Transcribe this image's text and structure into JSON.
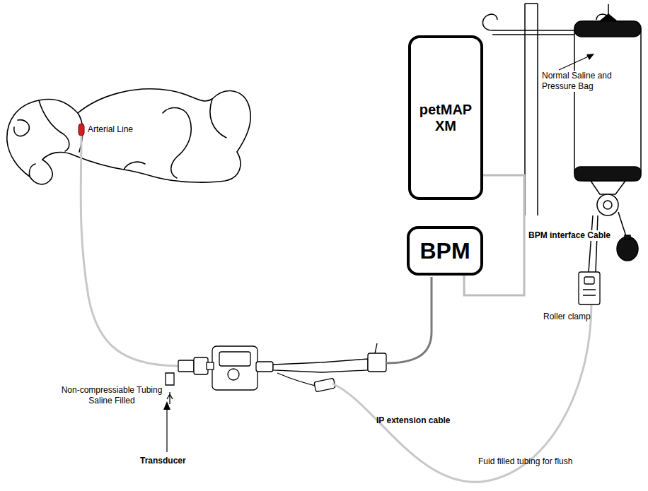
{
  "diagram": {
    "nodes": [
      {
        "text": [
          "petMAP XM"
        ]
      },
      {
        "text": [
          "BPM"
        ]
      }
    ],
    "edges": [
      {
        "from": 0,
        "to": 1,
        "arrow": "none",
        "label": "BPM interface Cable"
      }
    ],
    "labels": [
      "Arterial Line",
      "Non-compressiable Tubing Saline Filled",
      "Transducer",
      "IP extension cable",
      "Normal Saline and Pressure Bag",
      "Roller clamp",
      "Fuid filled tubing for flush"
    ]
  }
}
